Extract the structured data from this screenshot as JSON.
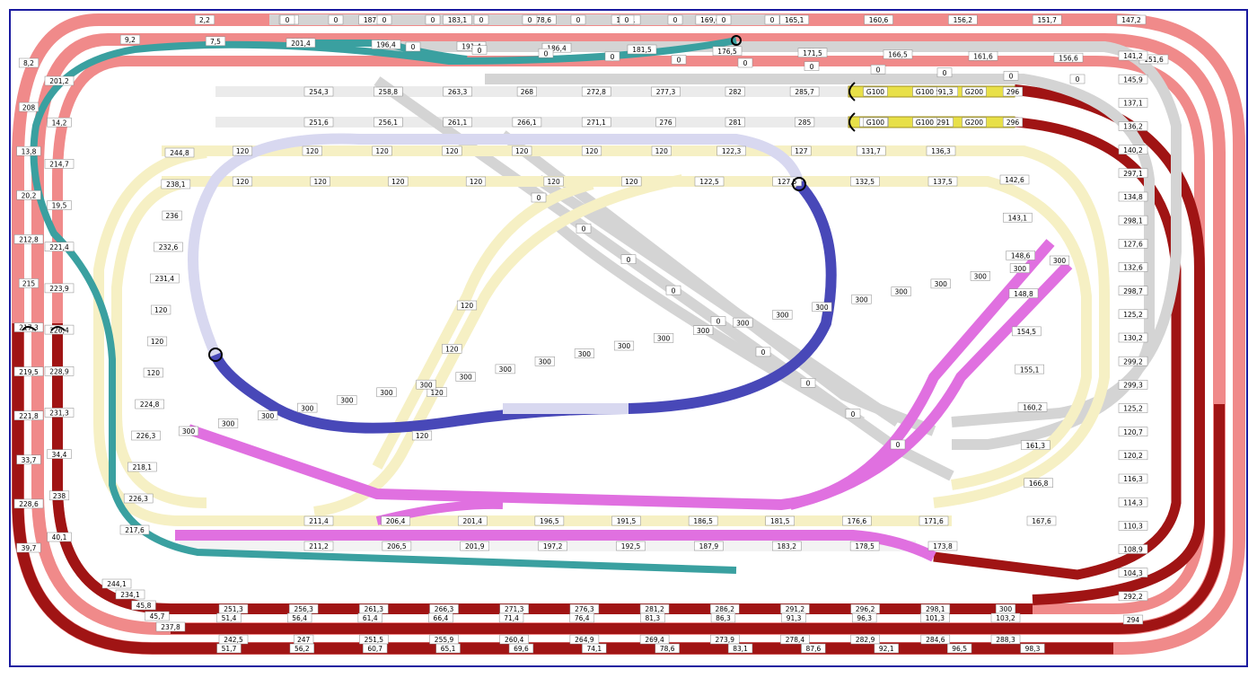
{
  "colors": {
    "outer_red": "#f08a8a",
    "outer_red_dark": "#a01414",
    "gray": "#d4d4d4",
    "cream": "#f6f0c4",
    "blue": "#4848b8",
    "lavender": "#d8d8f0",
    "teal": "#3aa0a0",
    "magenta": "#e070e0",
    "yellow": "#e8e048",
    "border": "#1a1aa0"
  },
  "labels": {
    "outer_top": [
      "2,2",
      "192",
      "187,5",
      "183,1",
      "178,6",
      "174,1",
      "169,6",
      "165,1",
      "160,6",
      "156,2",
      "151,7",
      "147,2"
    ],
    "outer_top2": [
      "9,2",
      "7,5",
      "201,4",
      "196,4",
      "191,4",
      "186,4",
      "181,5",
      "176,5",
      "171,5",
      "166,5",
      "161,6",
      "156,6",
      "151,6"
    ],
    "outer_left": [
      "8,2",
      "201,2",
      "208",
      "14,2",
      "13,8",
      "214,7",
      "20,2",
      "19,5",
      "212,8",
      "221,4",
      "215",
      "223,9",
      "217,3",
      "226,4",
      "219,5",
      "228,9",
      "221,8",
      "231,3",
      "33,7",
      "34,4",
      "228,6",
      "238",
      "39,7",
      "40,1"
    ],
    "outer_bottom_a": [
      "251,3",
      "256,3",
      "261,3",
      "266,3",
      "271,3",
      "276,3",
      "281,2",
      "286,2",
      "291,2",
      "296,2",
      "298,1",
      "300"
    ],
    "outer_bottom_b": [
      "51,4",
      "56,4",
      "61,4",
      "66,4",
      "71,4",
      "76,4",
      "81,3",
      "86,3",
      "91,3",
      "96,3",
      "101,3",
      "103,2"
    ],
    "outer_bottom_c": [
      "242,5",
      "247",
      "251,5",
      "255,9",
      "260,4",
      "264,9",
      "269,4",
      "273,9",
      "278,4",
      "282,9",
      "284,6",
      "288,3"
    ],
    "outer_bottom_d": [
      "51,7",
      "56,2",
      "60,7",
      "65,1",
      "69,6",
      "74,1",
      "78,6",
      "83,1",
      "87,6",
      "92,1",
      "96,5",
      "98,3"
    ],
    "outer_bottom_corner": [
      "244,1",
      "234,1",
      "45,8",
      "45,7",
      "237,8"
    ],
    "outer_right": [
      "141,2",
      "145,9",
      "137,1",
      "136,2",
      "140,2",
      "297,1",
      "134,8",
      "298,1",
      "127,6",
      "132,6",
      "298,7",
      "125,2",
      "130,2",
      "299,2",
      "299,3",
      "125,2",
      "120,7",
      "120,2",
      "116,3",
      "114,3",
      "110,3",
      "108,9",
      "104,3",
      "292,2",
      "294"
    ],
    "gray_row1": [
      "0",
      "0",
      "0",
      "0",
      "0",
      "0",
      "0",
      "0",
      "0",
      "0",
      "0"
    ],
    "gray_row2": [
      "0",
      "0",
      "0",
      "0",
      "0",
      "0",
      "0",
      "0",
      "0",
      "0",
      "0"
    ],
    "gray_upper": [
      "254,3",
      "258,8",
      "263,3",
      "268",
      "272,8",
      "277,3",
      "282",
      "285,7",
      "289",
      "291,3",
      "296"
    ],
    "gray_upper2": [
      "251,6",
      "256,1",
      "261,1",
      "266,1",
      "271,1",
      "276",
      "281",
      "285",
      "288,5",
      "291",
      "296"
    ],
    "cream_row1": [
      "120",
      "120",
      "120",
      "120",
      "120",
      "120",
      "120",
      "122,3",
      "127",
      "131,7",
      "136,3"
    ],
    "cream_row2": [
      "120",
      "120",
      "120",
      "120",
      "120",
      "120",
      "122,5",
      "127,5",
      "132,5",
      "137,5"
    ],
    "cream_left": [
      "244,8",
      "238,1",
      "236",
      "232,6",
      "231,4",
      "120",
      "120",
      "120",
      "224,8",
      "226,3",
      "218,1",
      "226,3",
      "217,6"
    ],
    "cream_mid": [
      "120",
      "120",
      "120",
      "120"
    ],
    "cream_right": [
      "142,6",
      "143,1",
      "148,6",
      "148,8",
      "154,5",
      "155,1",
      "160,2",
      "161,3",
      "166,8",
      "167,6"
    ],
    "bottom_row1": [
      "211,4",
      "206,4",
      "201,4",
      "196,5",
      "191,5",
      "186,5",
      "181,5",
      "176,6",
      "171,6"
    ],
    "bottom_row2": [
      "211,2",
      "206,5",
      "201,9",
      "197,2",
      "192,5",
      "187,9",
      "183,2",
      "178,5",
      "173,8"
    ],
    "magenta_vals": [
      "300",
      "300",
      "300",
      "300",
      "300",
      "300",
      "300",
      "300",
      "300",
      "300",
      "300",
      "300",
      "300",
      "300",
      "300",
      "300",
      "300",
      "300",
      "300",
      "300",
      "300",
      "300",
      "300"
    ],
    "gray_diag": [
      "0",
      "0",
      "0",
      "0",
      "0",
      "0",
      "0",
      "0",
      "0"
    ],
    "yellow_labels": [
      "G100",
      "G100",
      "G200",
      "G100",
      "G100",
      "G200"
    ]
  },
  "chart_data": {
    "type": "diagram",
    "title": "",
    "description_none": ""
  }
}
